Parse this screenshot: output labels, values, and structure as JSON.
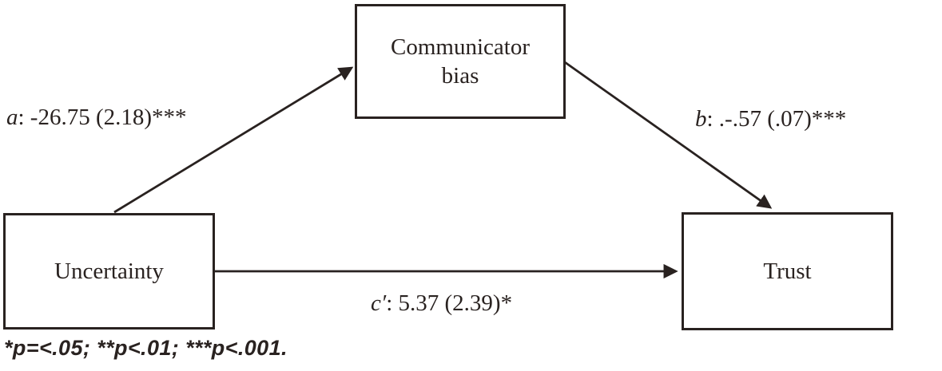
{
  "colors": {
    "ink": "#292220",
    "background": "#ffffff"
  },
  "nodes": {
    "mediator": {
      "label": "Communicator bias"
    },
    "predictor": {
      "label": "Uncertainty"
    },
    "outcome": {
      "label": "Trust"
    }
  },
  "paths": {
    "a": {
      "letter": "a",
      "rest": ": -26.75 (2.18)***"
    },
    "b": {
      "letter": "b",
      "rest": ": .-.57 (.07)***"
    },
    "c_prime": {
      "letter": "c′",
      "rest": ": 5.37 (2.39)*"
    }
  },
  "footnote": "*p=<.05; **p<.01; ***p<.001."
}
